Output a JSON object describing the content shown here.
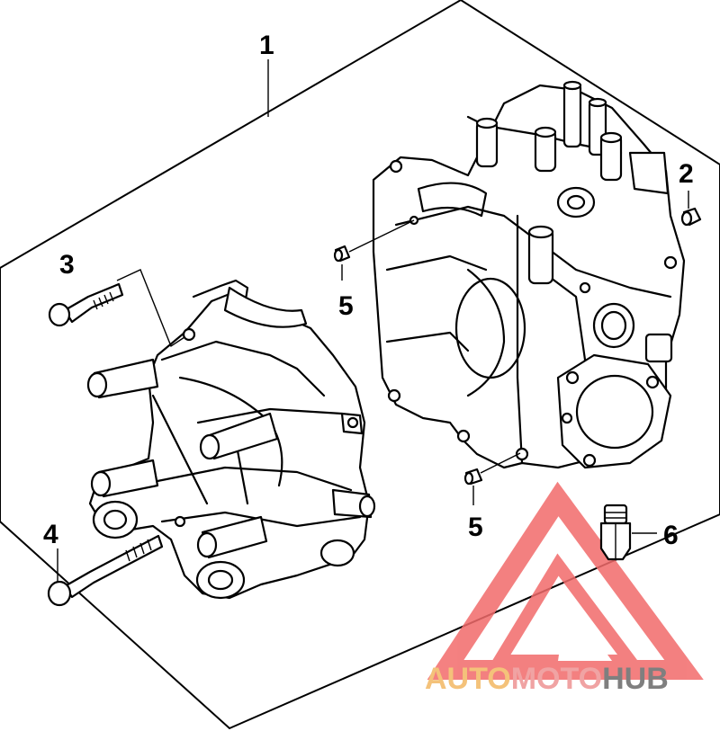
{
  "callouts": {
    "c1": "1",
    "c2": "2",
    "c3": "3",
    "c4": "4",
    "c5a": "5",
    "c5b": "5",
    "c6": "6"
  },
  "watermark": {
    "part1": "AUTO",
    "part2": "MOTO",
    "part3": "HUB",
    "color_primary": "#f4c27a",
    "color_secondary": "#f0a3a3",
    "color_tertiary": "#7f7f7f",
    "logo_color": "#f26b6b"
  }
}
